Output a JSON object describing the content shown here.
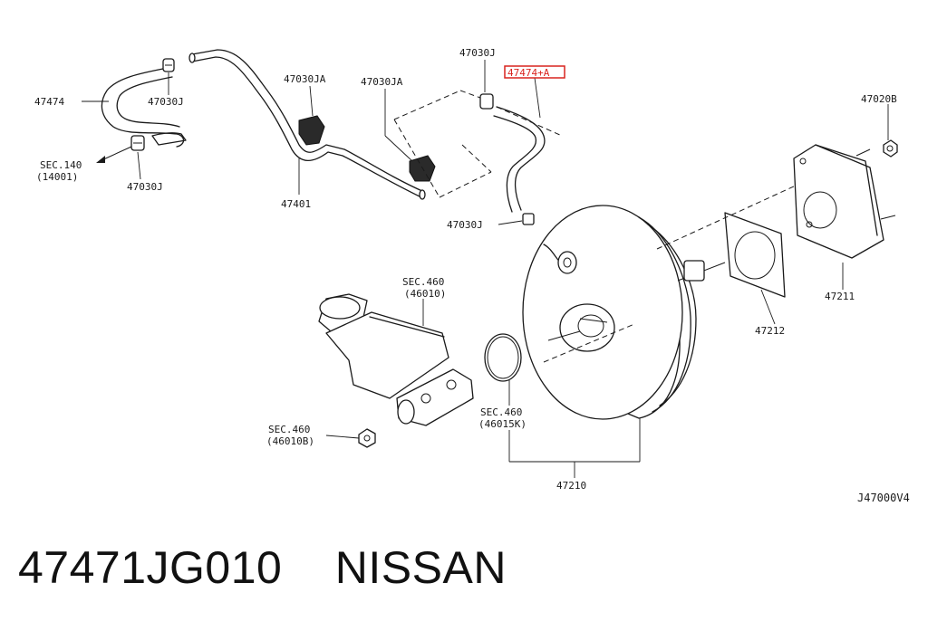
{
  "diagram": {
    "labels": {
      "p47474": "47474",
      "p47030j_a": "47030J",
      "p47030j_b": "47030J",
      "sec140_line1": "SEC.140",
      "sec140_line2": "(14001)",
      "p47030ja_a": "47030JA",
      "p47030ja_b": "47030JA",
      "p47401": "47401",
      "p47030j_c": "47030J",
      "p47474a_highlight": "47474+A",
      "p47030j_d": "47030J",
      "p47020b": "47020B",
      "p47211": "47211",
      "p47212": "47212",
      "sec460_line1": "SEC.460",
      "sec460_line2": "(46010)",
      "sec460k_line1": "SEC.460",
      "sec460k_line2": "(46015K)",
      "sec460b_line1": "SEC.460",
      "sec460b_line2": "(46010B)",
      "p47210": "47210",
      "diagram_code": "J47000V4"
    },
    "highlight_color": "#d9241f"
  },
  "caption": {
    "part_number": "47471JG010",
    "brand": "NISSAN"
  }
}
